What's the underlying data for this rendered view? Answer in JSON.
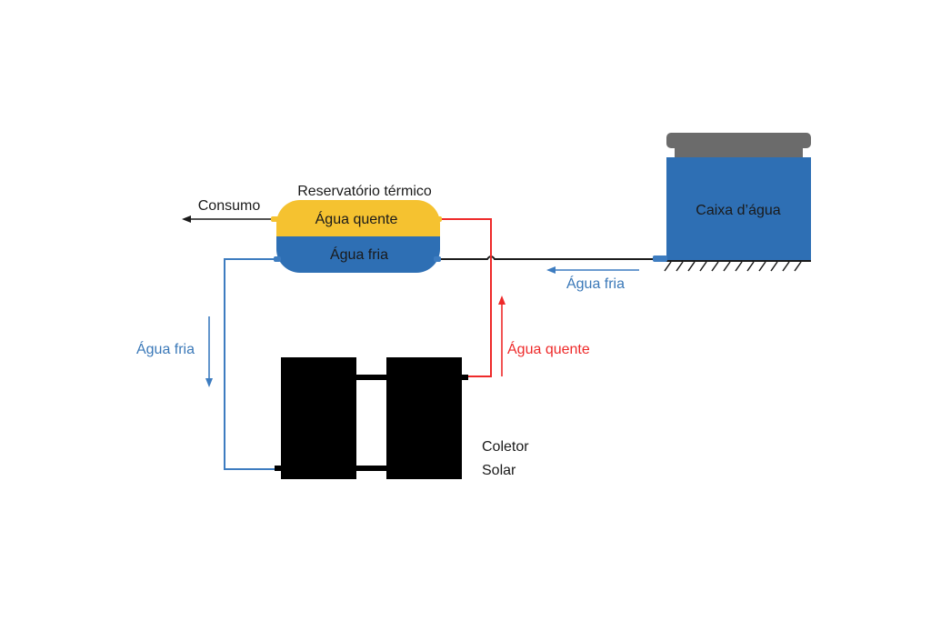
{
  "labels": {
    "reservoir_title": "Reservatório térmico",
    "hot_water": "Água quente",
    "cold_water": "Água fria",
    "consumption": "Consumo",
    "water_tank": "Caixa d’água",
    "tank_outflow": "Água fria",
    "cold_down": "Água fria",
    "hot_up": "Água quente",
    "collector_line1": "Coletor",
    "collector_line2": "Solar"
  },
  "colors": {
    "hot": "#f5c230",
    "cold": "#2e6fb4",
    "cold_pipe": "#3d7cc0",
    "hot_pipe": "#ee2a2a",
    "collector": "#000000",
    "tank_lid": "#6b6b6b",
    "text": "#1a1a1a",
    "cold_text": "#3a78b8",
    "hot_text": "#ee2a2a"
  }
}
